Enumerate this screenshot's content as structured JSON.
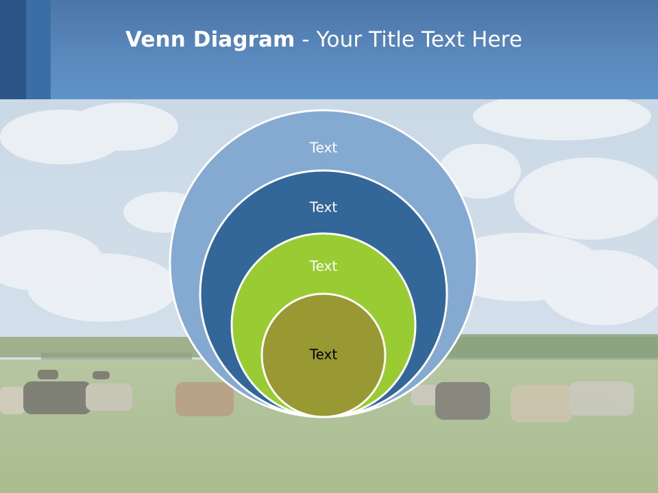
{
  "header": {
    "title_bold": "Venn Diagram",
    "title_rest": " - Your Title Text Here"
  },
  "diagram": {
    "type": "nested-circles",
    "rings": [
      {
        "label": "Text",
        "fill": "#85aad2",
        "text_color": "#ffffff"
      },
      {
        "label": "Text",
        "fill": "#336699",
        "text_color": "#ffffff"
      },
      {
        "label": "Text",
        "fill": "#99cc33",
        "text_color": "#ffffff"
      },
      {
        "label": "Text",
        "fill": "#999933",
        "text_color": "#000000"
      }
    ]
  },
  "colors": {
    "header": "#5a88bd",
    "header_dark_strip": "#2b5587",
    "header_mid_strip": "#3a6ea6",
    "sky": "#c9d8e6",
    "grass": "#aebf93",
    "ring_outline": "#ffffff"
  }
}
